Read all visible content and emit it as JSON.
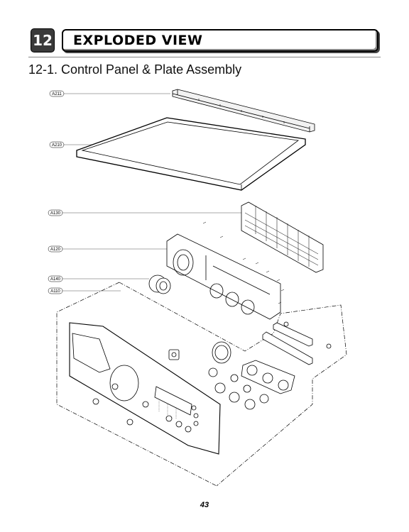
{
  "header": {
    "chapter_number": "12",
    "chapter_title": "EXPLODED VIEW"
  },
  "section": {
    "title": "12-1. Control Panel & Plate Assembly"
  },
  "callouts": [
    {
      "id": "A211"
    },
    {
      "id": "A210"
    },
    {
      "id": "A130"
    },
    {
      "id": "A120"
    },
    {
      "id": "A140"
    },
    {
      "id": "A110"
    }
  ],
  "footer": {
    "page_number": "43"
  }
}
